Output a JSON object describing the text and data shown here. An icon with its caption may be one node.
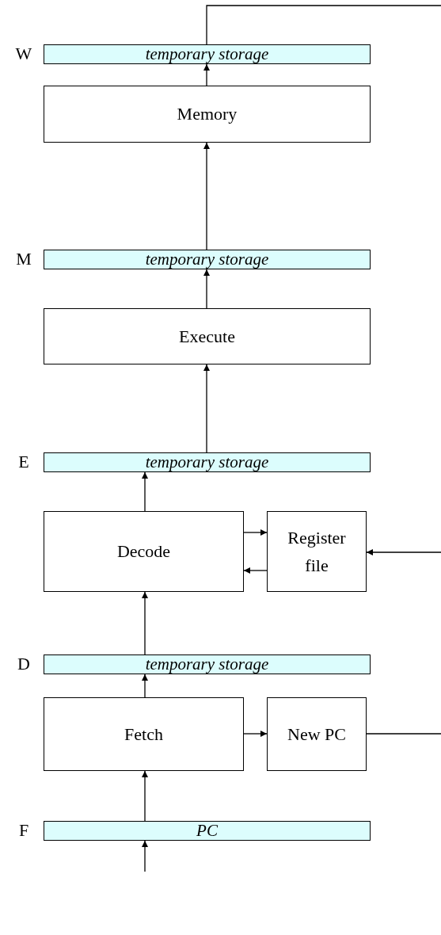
{
  "diagram": {
    "nodes": [
      {
        "text": [
          "temporary storage"
        ],
        "beside": [
          "W"
        ]
      },
      {
        "text": [
          "Memory"
        ]
      },
      {
        "text": [
          "temporary storage"
        ],
        "beside": [
          "M"
        ]
      },
      {
        "text": [
          "Execute"
        ]
      },
      {
        "text": [
          "temporary storage"
        ],
        "beside": [
          "E"
        ]
      },
      {
        "text": [
          "Decode"
        ]
      },
      {
        "text": [
          "Register file"
        ]
      },
      {
        "text": [
          "temporary storage"
        ],
        "beside": [
          "D"
        ]
      },
      {
        "text": [
          "Fetch"
        ]
      },
      {
        "text": [
          "New PC"
        ]
      },
      {
        "text": [
          "PC"
        ],
        "beside": [
          "F"
        ]
      }
    ],
    "edges": [
      {
        "from": 0,
        "to": null,
        "arrow": "none"
      },
      {
        "from": 1,
        "to": 0,
        "arrow": "to"
      },
      {
        "from": 2,
        "to": 1,
        "arrow": "to"
      },
      {
        "from": 3,
        "to": 2,
        "arrow": "to"
      },
      {
        "from": 4,
        "to": 3,
        "arrow": "to"
      },
      {
        "from": 5,
        "to": 4,
        "arrow": "to"
      },
      {
        "from": 5,
        "to": 6,
        "arrow": "to"
      },
      {
        "from": 6,
        "to": 5,
        "arrow": "to"
      },
      {
        "from": null,
        "to": 6,
        "arrow": "to"
      },
      {
        "from": 7,
        "to": 5,
        "arrow": "to"
      },
      {
        "from": 8,
        "to": 7,
        "arrow": "to"
      },
      {
        "from": 8,
        "to": 9,
        "arrow": "to"
      },
      {
        "from": 9,
        "to": null,
        "arrow": "none"
      },
      {
        "from": 10,
        "to": 8,
        "arrow": "to"
      },
      {
        "from": null,
        "to": 10,
        "arrow": "to"
      }
    ]
  }
}
